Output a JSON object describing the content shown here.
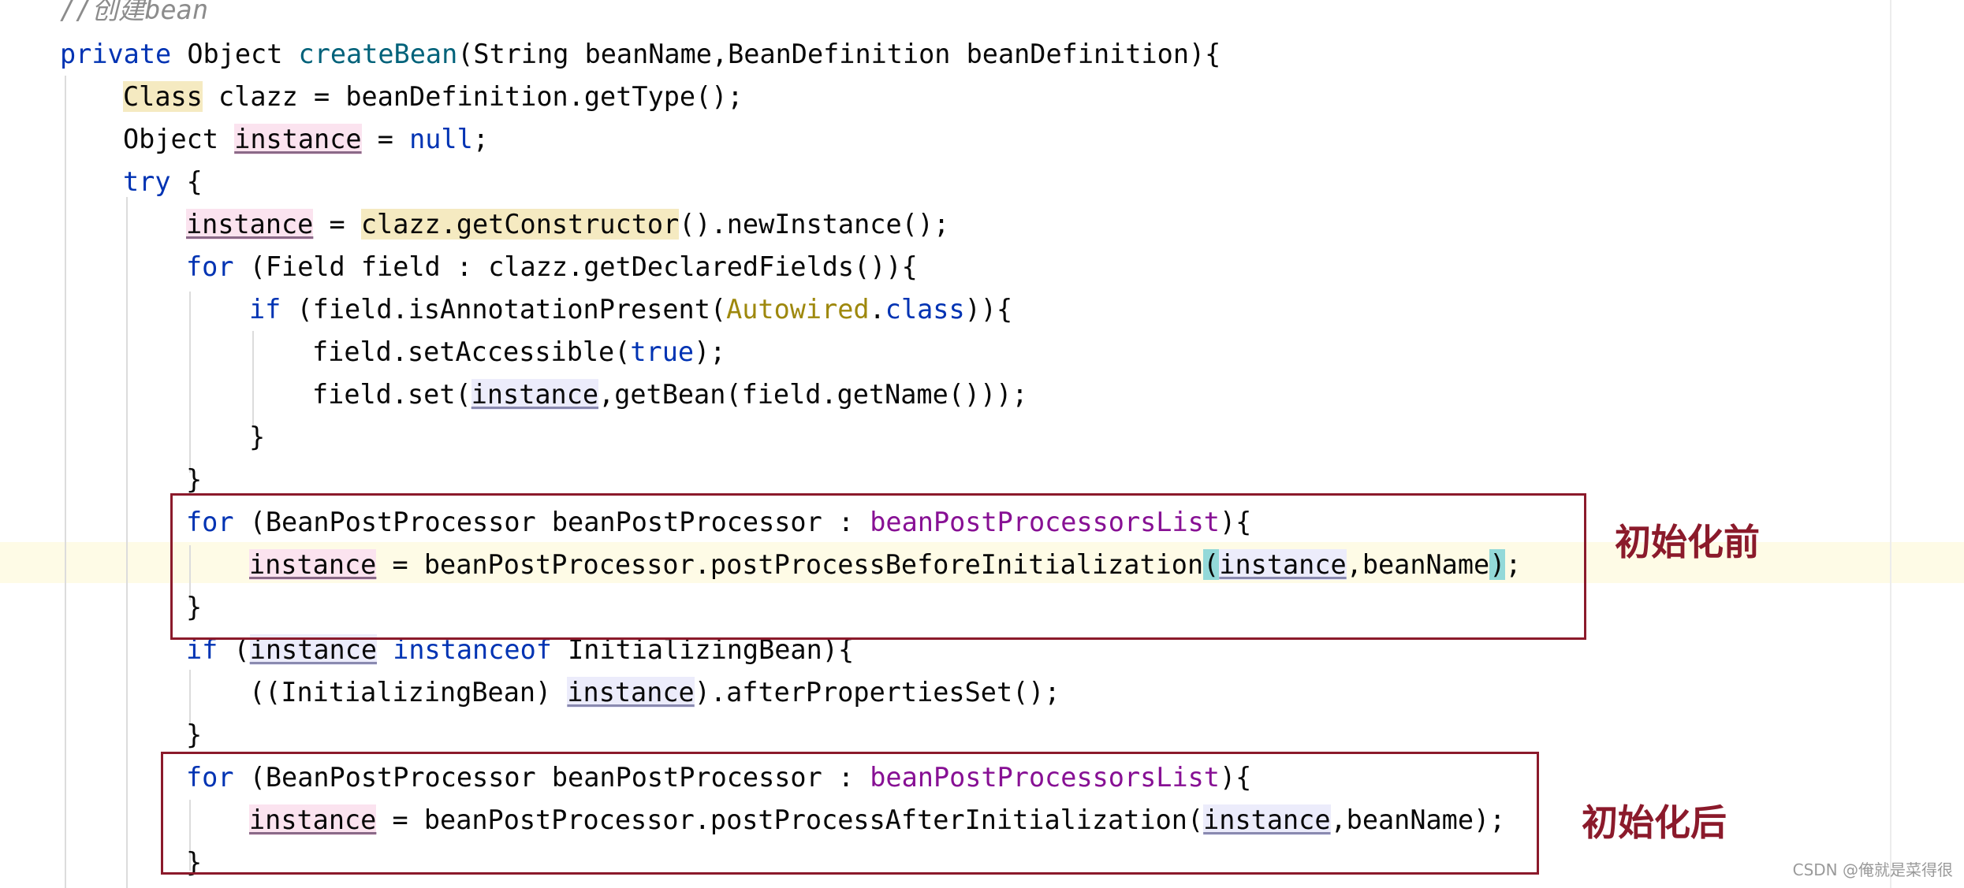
{
  "code": {
    "comment_slashes": "//",
    "comment_text": "创建bean",
    "kw_private": "private",
    "kw_null": "null",
    "kw_try": "try",
    "kw_for": "for",
    "kw_if": "if",
    "kw_class": "class",
    "kw_true": "true",
    "kw_instanceof": "instanceof",
    "type_object": "Object",
    "type_class": "Class",
    "method_name": "createBean",
    "var_instance": "instance",
    "annotation": "Autowired",
    "field_list": "beanPostProcessorsList",
    "call_get_constructor": "clazz.getConstructor",
    "sig_params": "(String beanName,BeanDefinition beanDefinition){",
    "clazz_assign": " clazz = beanDefinition.getType();",
    "eq": " = ",
    "semi": ";",
    "open_brace": " {",
    "close_brace": "}",
    "new_instance": "().newInstance();",
    "for_fields": " (Field field : clazz.getDeclaredFields()){",
    "if_present_open": " (field.isAnnotationPresent(",
    "dot": ".",
    "close_paren_brace": ")){",
    "set_accessible_open": "field.setAccessible(",
    "close_paren_semi": ");",
    "field_set_open": "field.set(",
    "get_bean_part": ",getBean(field.getName()));",
    "for_processor_open": " (BeanPostProcessor beanPostProcessor : ",
    "close_paren_open_brace": "){",
    "before_call": " = beanPostProcessor.postProcessBeforeInitialization",
    "after_call": " = beanPostProcessor.postProcessAfterInitialization(",
    "open_paren": "(",
    "close_paren": ")",
    "bean_name_arg": ",beanName",
    "bean_name_arg_close": ",beanName);",
    "if_open": " (",
    "initializing_bean_rest": " InitializingBean){",
    "cast_open": "((InitializingBean) ",
    "after_props": ").afterPropertiesSet();",
    "close_brace_partial": "}"
  },
  "annotations": {
    "before_init_label": "初始化前",
    "after_init_label": "初始化后"
  },
  "watermark": "CSDN @俺就是菜得很",
  "colors": {
    "keyword": "#0033b3",
    "function": "#00627a",
    "comment": "#8c8c8c",
    "annotation": "#9e880d",
    "field": "#871094",
    "box": "#8b1a2b"
  }
}
